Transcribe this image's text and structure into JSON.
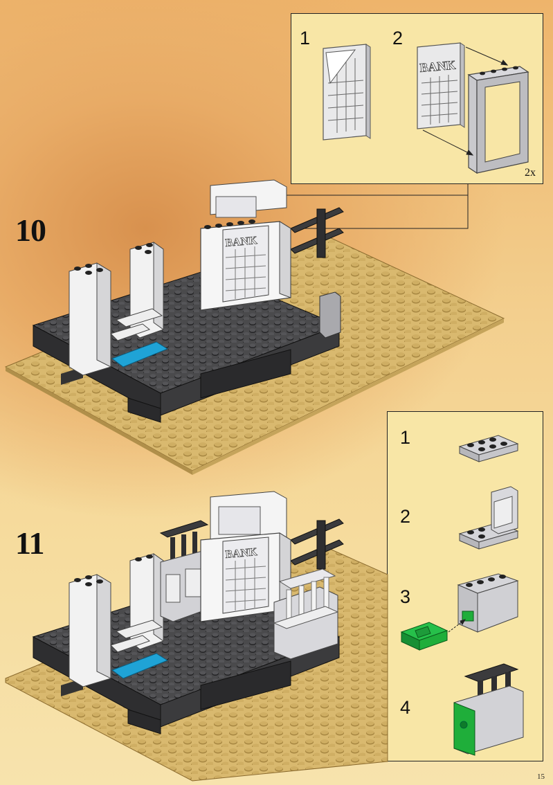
{
  "steps": [
    {
      "number": "10"
    },
    {
      "number": "11"
    }
  ],
  "callout_top": {
    "substeps": [
      "1",
      "2"
    ],
    "window_text": "BANK",
    "multiplier": "2x"
  },
  "callout_bottom": {
    "substeps": [
      "1",
      "2",
      "3",
      "4"
    ]
  },
  "models": {
    "sign_text": "BANK"
  },
  "colors": {
    "baseplate": "#d6b56b",
    "dark_gray": "#3d3d3f",
    "white_brick": "#f4f4f4",
    "light_gray": "#c8c8cc",
    "blue_tile": "#1fa3d6",
    "green_part": "#1fae3a"
  },
  "page_number": "15"
}
